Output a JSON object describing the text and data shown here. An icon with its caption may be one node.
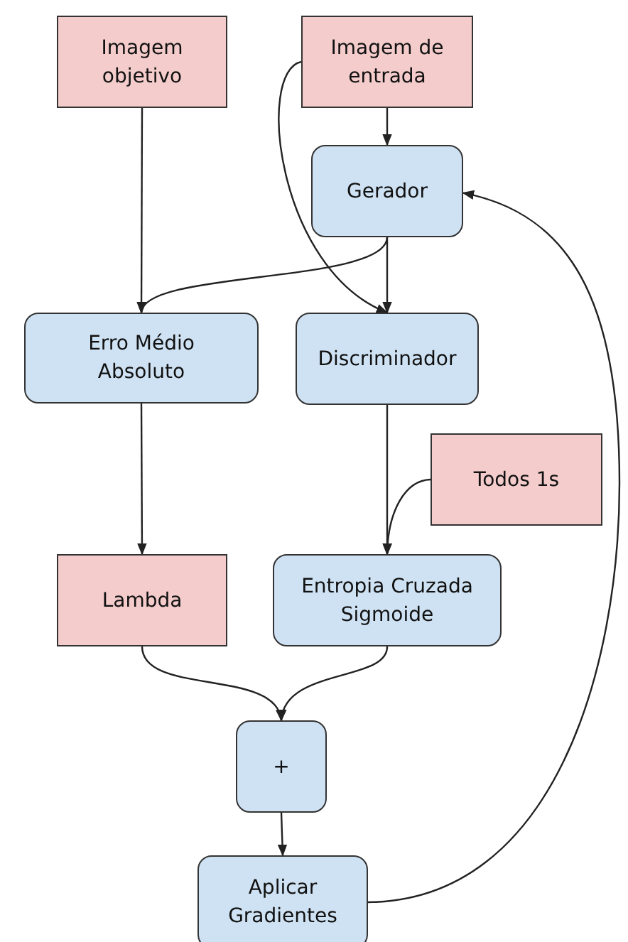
{
  "diagram": {
    "nodes": [
      {
        "text": [
          "Imagem objetivo"
        ]
      },
      {
        "text": [
          "Imagem de entrada"
        ]
      },
      {
        "text": [
          "Gerador"
        ]
      },
      {
        "text": [
          "Erro Médio Absoluto"
        ]
      },
      {
        "text": [
          "Discriminador"
        ]
      },
      {
        "text": [
          "Todos 1s"
        ]
      },
      {
        "text": [
          "Lambda"
        ]
      },
      {
        "text": [
          "Entropia Cruzada Sigmoide"
        ]
      },
      {
        "text": [
          "+"
        ]
      },
      {
        "text": [
          "Aplicar Gradientes"
        ]
      }
    ],
    "edges": [
      {
        "from": 0,
        "to": 3,
        "arrow": "to"
      },
      {
        "from": 1,
        "to": 2,
        "arrow": "to"
      },
      {
        "from": 1,
        "to": 4,
        "arrow": "to"
      },
      {
        "from": 2,
        "to": 3,
        "arrow": "to"
      },
      {
        "from": 2,
        "to": 4,
        "arrow": "to"
      },
      {
        "from": 3,
        "to": 6,
        "arrow": "to"
      },
      {
        "from": 4,
        "to": 7,
        "arrow": "to"
      },
      {
        "from": 5,
        "to": 7,
        "arrow": "to"
      },
      {
        "from": 6,
        "to": 8,
        "arrow": "to"
      },
      {
        "from": 7,
        "to": 8,
        "arrow": "to"
      },
      {
        "from": 8,
        "to": 9,
        "arrow": "to"
      },
      {
        "from": 9,
        "to": 2,
        "arrow": "to"
      }
    ]
  }
}
